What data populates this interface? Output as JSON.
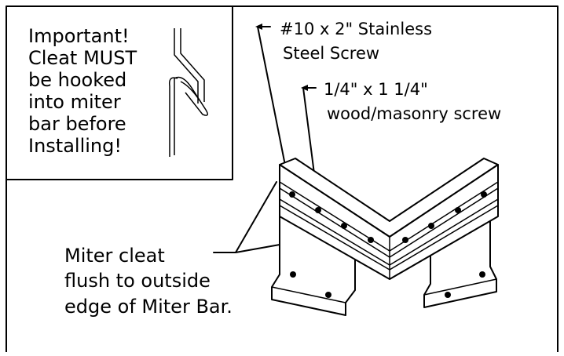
{
  "notice": {
    "lines": [
      "Important!",
      "Cleat MUST",
      "be hooked",
      "into miter",
      "bar before",
      "Installing!"
    ]
  },
  "callouts": {
    "screw1_line1": "#10 x 2\" Stainless",
    "screw1_line2": "Steel Screw",
    "screw2_line1": "1/4\" x 1 1/4\"",
    "screw2_line2": "wood/masonry screw",
    "cleat_line1": "Miter cleat",
    "cleat_line2": "flush to outside",
    "cleat_line3": "edge of Miter Bar."
  }
}
